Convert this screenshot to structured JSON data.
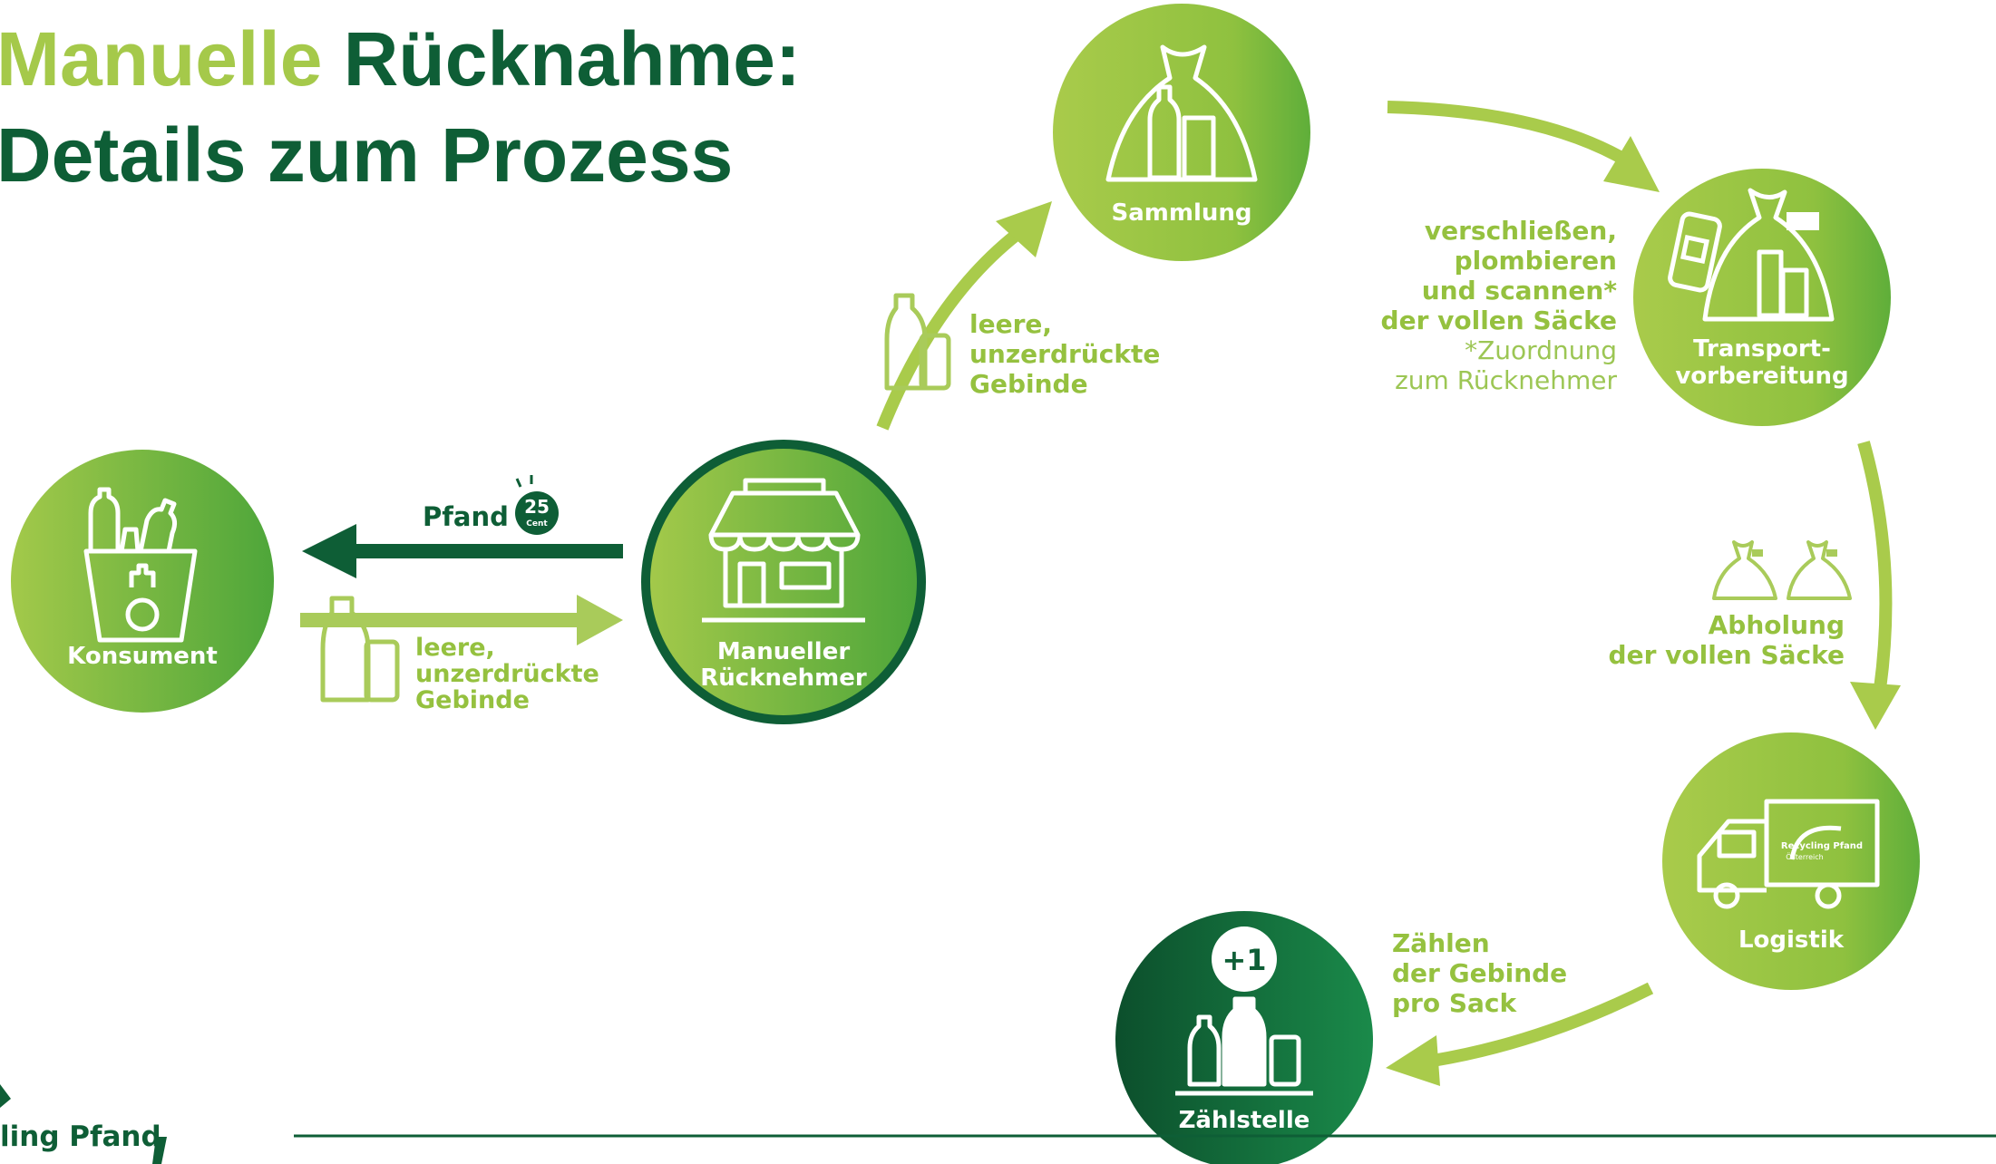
{
  "title": {
    "part1": "Manuelle",
    "part2": "Rücknahme:",
    "line2": "Details zum Prozess"
  },
  "nodes": {
    "konsument": "Konsument",
    "rucknehmer_l1": "Manueller",
    "rucknehmer_l2": "Rücknehmer",
    "sammlung": "Sammlung",
    "transport_l1": "Transport-",
    "transport_l2": "vorbereitung",
    "logistik": "Logistik",
    "zaehlstelle": "Zählstelle"
  },
  "labels": {
    "pfand": "Pfand",
    "coin_value": "25",
    "coin_unit": "Cent",
    "gebinde_l1": "leere,",
    "gebinde_l2": "unzerdrückte",
    "gebinde_l3": "Gebinde",
    "seal_l1": "verschließen,",
    "seal_l2": "plombieren",
    "seal_l3": "und scannen*",
    "seal_l4": "der vollen Säcke",
    "seal_note_l1": "*Zuordnung",
    "seal_note_l2": "zum Rücknehmer",
    "pickup_l1": "Abholung",
    "pickup_l2": "der vollen Säcke",
    "count_l1": "Zählen",
    "count_l2": "der Gebinde",
    "count_l3": "pro Sack",
    "plus_one": "+1",
    "truck_brand": "Recycling Pfand",
    "truck_sub": "Österreich"
  },
  "footer": {
    "logo_text": "ling Pfand"
  },
  "colors": {
    "light_green": "#95c13f",
    "dark_green": "#0e5e36",
    "mid_green": "#6db33f"
  }
}
